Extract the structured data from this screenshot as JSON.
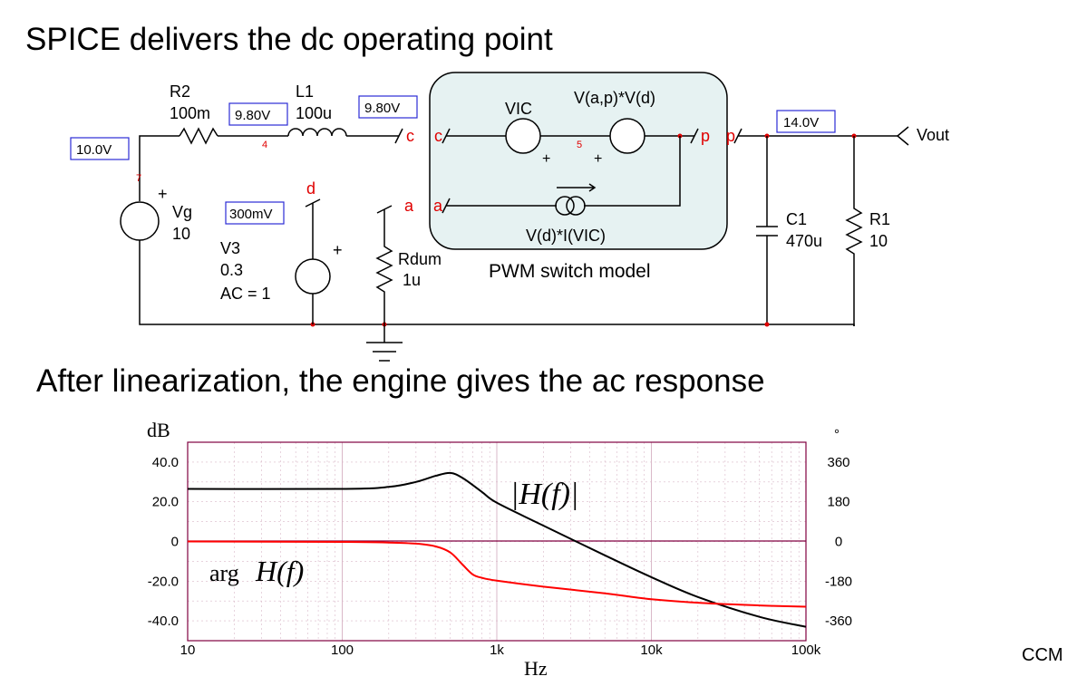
{
  "header": {
    "title": "SPICE delivers the dc operating point"
  },
  "subheader": {
    "title": "After linearization, the engine gives the ac response"
  },
  "footer": {
    "mode_label": "CCM"
  },
  "colors": {
    "wire": "#000000",
    "node_label": "#e00000",
    "voltage_box": "#2b2bd6",
    "switch_box_fill": "#e6f2f2",
    "plot_frame": "#800040",
    "phase_curve": "#ff0000",
    "mag_curve": "#000000"
  },
  "schematic": {
    "components": {
      "r2": {
        "name": "R2",
        "value": "100m"
      },
      "l1": {
        "name": "L1",
        "value": "100u"
      },
      "vg": {
        "name": "Vg",
        "value": "10",
        "plus": "+"
      },
      "v3": {
        "name": "V3",
        "value": "0.3",
        "ac": "AC = 1",
        "plus": "+"
      },
      "rdum": {
        "name": "Rdum",
        "value": "1u"
      },
      "c1": {
        "name": "C1",
        "value": "470u"
      },
      "r1": {
        "name": "R1",
        "value": "10"
      },
      "vic": {
        "name": "VIC",
        "plus": "+"
      },
      "vsrc": {
        "expr": "V(a,p)*V(d)",
        "plus": "+"
      },
      "isrc": {
        "expr": "V(d)*I(VIC)"
      }
    },
    "switch_model_label": "PWM switch model",
    "output_label": "Vout",
    "voltages": {
      "v_in": "10.0V",
      "v_node4": "9.80V",
      "v_c": "9.80V",
      "v_d": "300mV",
      "v_out": "14.0V"
    },
    "node_labels": {
      "n7": "7",
      "n4": "4",
      "n5": "5",
      "c_left": "c",
      "c_right": "c",
      "a_left": "a",
      "a_right": "a",
      "p_left": "p",
      "p_right": "p",
      "d": "d"
    }
  },
  "chart_data": {
    "type": "line",
    "xscale": "log",
    "xlabel": "Hz",
    "ylabel_left": "dB",
    "ylabel_right": "°",
    "xlim": [
      10,
      100000
    ],
    "ylim_left": [
      -50,
      50
    ],
    "ylim_right": [
      -450,
      450
    ],
    "x_ticks": [
      "10",
      "100",
      "1k",
      "10k",
      "100k"
    ],
    "x_tick_values": [
      10,
      100,
      1000,
      10000,
      100000
    ],
    "y_left_ticks": [
      "40.0",
      "20.0",
      "0",
      "-20.0",
      "-40.0"
    ],
    "y_left_tick_values": [
      40,
      20,
      0,
      -20,
      -40
    ],
    "y_right_ticks": [
      "360",
      "180",
      "0",
      "-180",
      "-360"
    ],
    "y_right_tick_values": [
      360,
      180,
      0,
      -180,
      -360
    ],
    "annotations": {
      "magnitude": "|H(f)|",
      "phase_prefix": "arg",
      "phase_main": "H(f)"
    },
    "series": [
      {
        "axis": "left",
        "x": [
          10,
          100,
          200,
          300,
          400,
          500,
          600,
          800,
          1000,
          2000,
          5000,
          10000,
          20000,
          50000,
          100000
        ],
        "values": [
          26.5,
          26.5,
          27.5,
          30,
          33,
          34.5,
          32,
          25,
          19.5,
          8,
          -7,
          -18,
          -28,
          -38,
          -43
        ]
      },
      {
        "axis": "right",
        "x": [
          10,
          100,
          200,
          300,
          400,
          500,
          600,
          700,
          800,
          1000,
          2000,
          5000,
          10000,
          20000,
          50000,
          100000
        ],
        "values": [
          0,
          -2,
          -5,
          -10,
          -22,
          -50,
          -105,
          -150,
          -165,
          -178,
          -205,
          -235,
          -262,
          -278,
          -290,
          -296
        ]
      }
    ]
  }
}
